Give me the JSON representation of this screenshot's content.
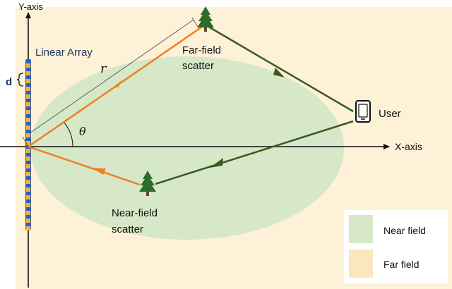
{
  "axes": {
    "y_label": "Y-axis",
    "x_label": "X-axis"
  },
  "array": {
    "label": "Linear Array",
    "spacing_label": "d"
  },
  "geometry": {
    "distance_symbol": "r",
    "angle_symbol": "θ"
  },
  "scatterers": {
    "far": {
      "line1": "Far-field",
      "line2": "scatter",
      "icon": "tree-icon"
    },
    "near": {
      "line1": "Near-field",
      "line2": "scatter",
      "icon": "tree-icon"
    }
  },
  "user": {
    "label": "User",
    "icon": "smartphone-icon"
  },
  "legend": {
    "items": [
      {
        "label": "Near field",
        "color": "#d6e8c8"
      },
      {
        "label": "Far field",
        "color": "#fbe7bf"
      }
    ]
  },
  "colors": {
    "background": "#fdf1d8",
    "near_field": "#d6e8c8",
    "far_field": "#fbe7bf",
    "array_bar": "#2f5fb7",
    "array_elements": "#f2b233",
    "orange_path": "#f07f23",
    "green_path": "#3b5a1e",
    "text_blue": "#1f3864"
  }
}
